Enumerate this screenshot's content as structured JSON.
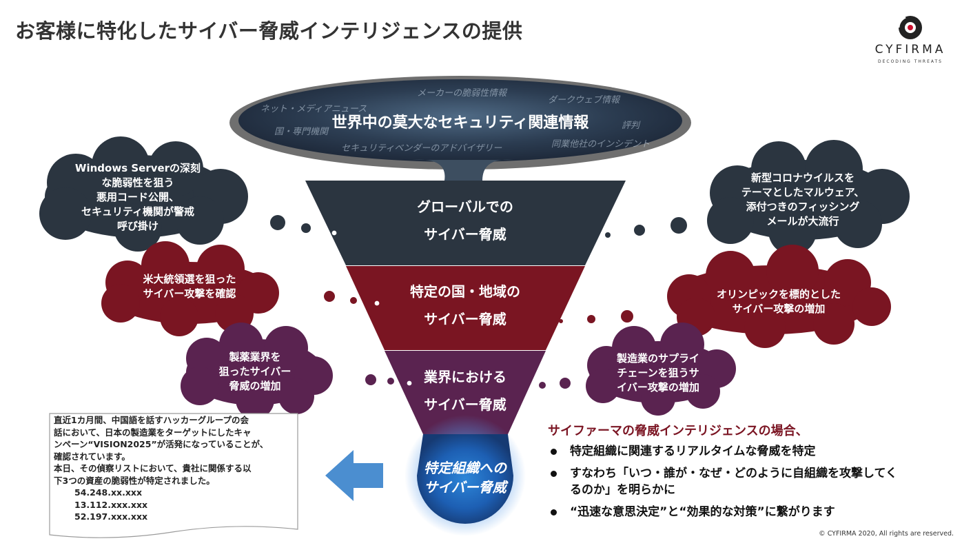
{
  "header": {
    "title": "お客様に特化したサイバー脅威インテリジェンスの提供"
  },
  "logo": {
    "name": "CYFIRMA",
    "tagline": "DECODING THREATS"
  },
  "top_ellipse": {
    "title": "世界中の莫大なセキュリティ関連情報",
    "background_words": [
      "メーカーの脆弱性情報",
      "ダークウェブ情報",
      "ネット・メディアニュース",
      "国・専門機関",
      "評判",
      "セキュリティベンダーのアドバイザリー",
      "同業他社のインシデント"
    ]
  },
  "funnel": {
    "level1": "グローバルでの\nサイバー脅威",
    "level2": "特定の国・地域の\nサイバー脅威",
    "level3": "業界における\nサイバー脅威",
    "bottom": "特定組織への\nサイバー脅威"
  },
  "clouds": {
    "left1": "Windows Serverの深刻\nな脆弱性を狙う\n悪用コード公開、\nセキュリティ機関が警戒\n呼び掛け",
    "left2": "米大統領選を狙った\nサイバー攻撃を確認",
    "left3": "製薬業界を\n狙ったサイバー\n脅威の増加",
    "right1": "新型コロナウイルスを\nテーマとしたマルウェア、\n添付つきのフィッシング\nメールが大流行",
    "right2": "オリンピックを標的とした\nサイバー攻撃の増加",
    "right3": "製造業のサプライ\nチェーンを狙うサ\nイバー攻撃の増加"
  },
  "note": {
    "lines": [
      "直近1カ月間、中国語を話すハッカーグループの会",
      "話において、日本の製造業をターゲットにしたキャ",
      "ンペーン“VISION2025”が活発になっていることが、",
      "確認されています。",
      "本日、その偵察リストにおいて、貴社に関係する以",
      "下3つの資産の脆弱性が特定されました。"
    ],
    "ips": [
      "54.248.xx.xxx",
      "13.112.xxx.xxx",
      "52.197.xxx.xxx"
    ]
  },
  "right_panel": {
    "heading": "サイファーマの脅威インテリジェンスの場合、",
    "bullets": [
      "特定組織に関連するリアルタイムな脅威を特定",
      "すなわち「いつ・誰が・なぜ・どのように自組織を攻撃してくるのか」を明らかに",
      "“迅速な意思決定”と“効果的な対策”に繋がります"
    ]
  },
  "footer": {
    "copyright": "© CYFIRMA 2020, All rights are reserved."
  },
  "colors": {
    "navy": "#2b3540",
    "crimson": "#7a1522",
    "purple": "#5a2350",
    "blue_arrow": "#4b8ed0",
    "heading_red": "#7b1523"
  }
}
